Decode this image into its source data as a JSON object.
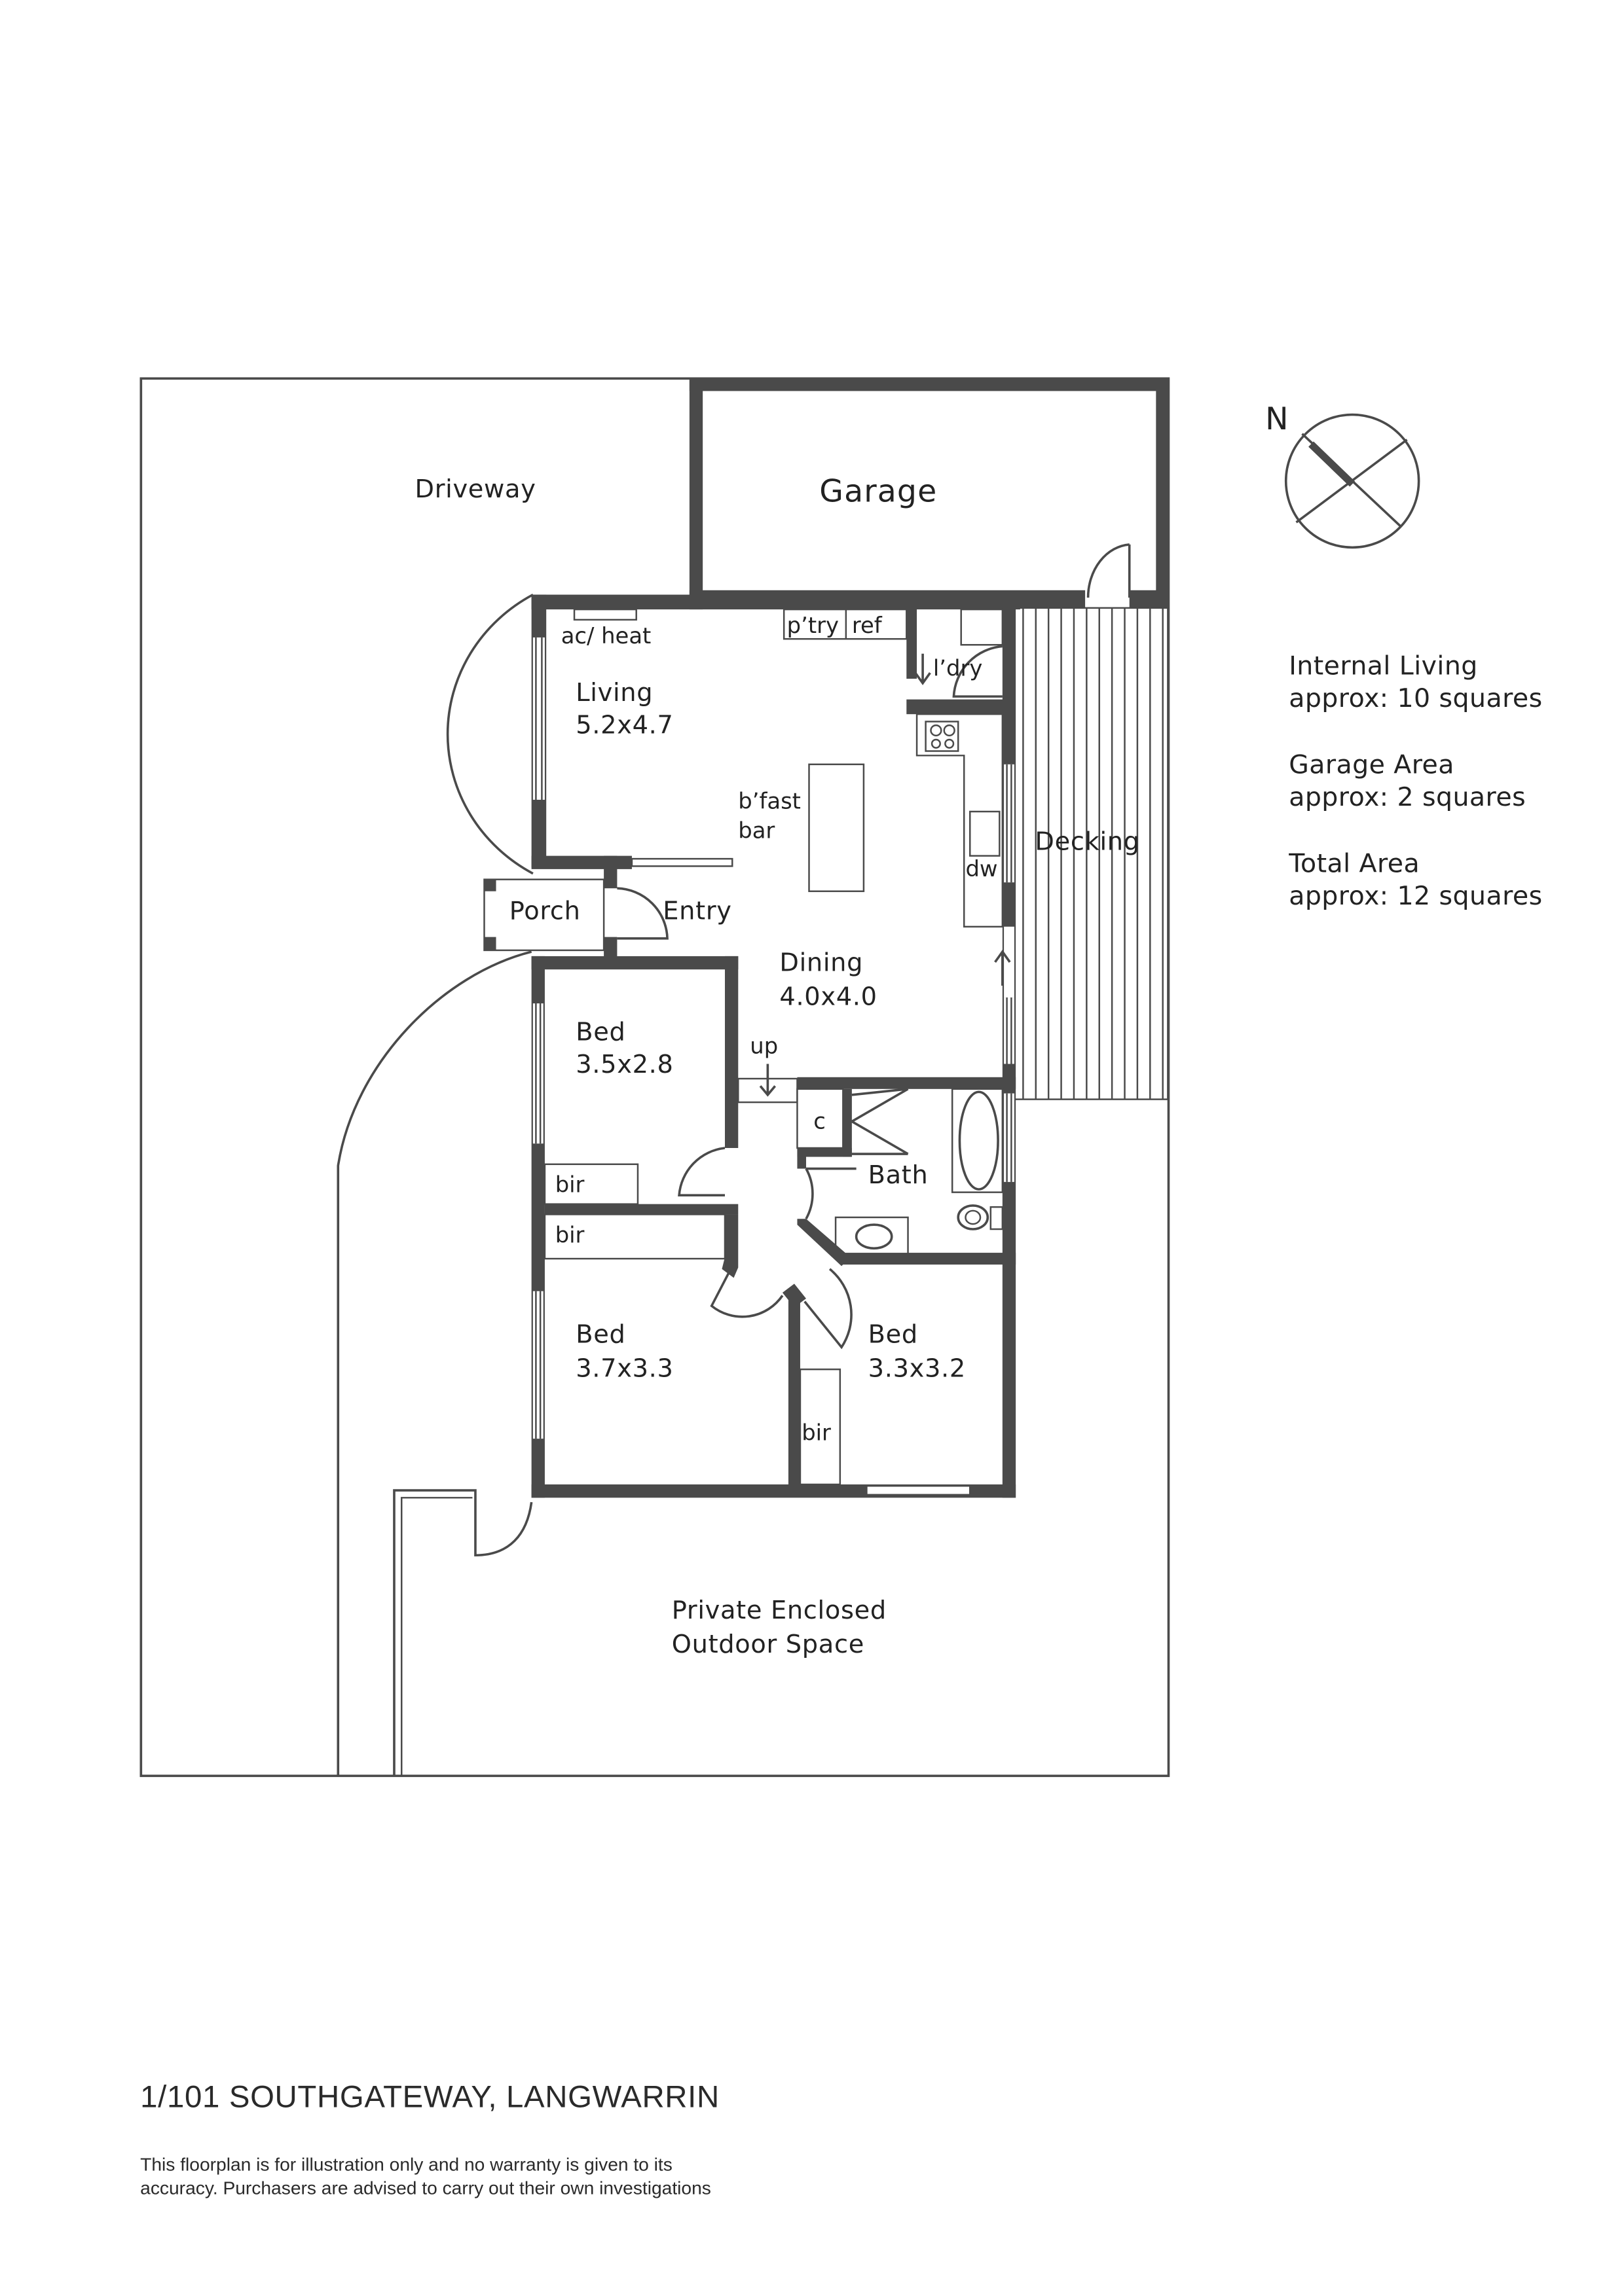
{
  "address": "1/101 SOUTHGATEWAY, LANGWARRIN",
  "disclaimer": {
    "line1": "This floorplan is for illustration only and no warranty is given to its",
    "line2": "accuracy. Purchasers are advised to carry out their own investigations"
  },
  "compass": {
    "label": "N"
  },
  "areas": [
    {
      "title": "Internal Living",
      "value": "approx: 10 squares"
    },
    {
      "title": "Garage Area",
      "value": "approx: 2 squares"
    },
    {
      "title": "Total Area",
      "value": "approx: 12 squares"
    }
  ],
  "rooms": {
    "driveway": "Driveway",
    "garage": "Garage",
    "decking": "Decking",
    "porch": "Porch",
    "entry": "Entry",
    "living": {
      "name": "Living",
      "size": "5.2x4.7"
    },
    "dining": {
      "name": "Dining",
      "size": "4.0x4.0"
    },
    "bed1": {
      "name": "Bed",
      "size": "3.5x2.8"
    },
    "bed2": {
      "name": "Bed",
      "size": "3.7x3.3"
    },
    "bed3": {
      "name": "Bed",
      "size": "3.3x3.2"
    },
    "bath": "Bath",
    "outdoor": {
      "line1": "Private Enclosed",
      "line2": "Outdoor Space"
    }
  },
  "fixtures": {
    "ac_heat": "ac/ heat",
    "pantry": "p’try",
    "ref": "ref",
    "laundry": "l’dry",
    "bfast_line1": "b’fast",
    "bfast_line2": "bar",
    "dishwasher": "dw",
    "up": "up",
    "cupboard": "c",
    "bir1": "bir",
    "bir2": "bir",
    "bir3": "bir"
  },
  "colors": {
    "wall": "#4a4a4a",
    "text": "#222222",
    "background": "#ffffff"
  }
}
